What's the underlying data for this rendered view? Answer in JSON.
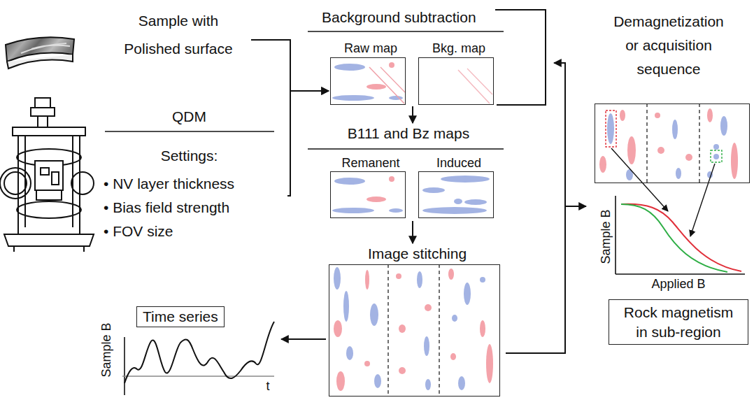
{
  "diagram": {
    "nodes": [
      {
        "text": [
          "Sample with Polished surface"
        ]
      },
      {
        "text": [
          "QDM",
          "Settings:",
          "• NV layer thickness",
          "• Bias field strength",
          "• FOV size"
        ]
      },
      {
        "text": [
          "Background subtraction"
        ]
      },
      {
        "text": [
          "Raw map"
        ],
        "in": 2
      },
      {
        "text": [
          "Bkg. map"
        ],
        "in": 2
      },
      {
        "text": [
          "B111 and Bz maps"
        ]
      },
      {
        "text": [
          "Remanent"
        ],
        "in": 5
      },
      {
        "text": [
          "Induced"
        ],
        "in": 5
      },
      {
        "text": [
          "Image stitching"
        ]
      },
      {
        "text": [
          "Time series"
        ]
      },
      {
        "text": [
          "Demagnetization or acquisition sequence"
        ]
      },
      {
        "text": [
          "Rock magnetism in sub-region"
        ]
      }
    ],
    "edges": [
      {
        "from": 0,
        "to": 3,
        "arrow": "to"
      },
      {
        "from": 1,
        "to": 3,
        "arrow": "to"
      },
      {
        "from": 2,
        "to": 5,
        "arrow": "to"
      },
      {
        "from": 5,
        "to": 8,
        "arrow": "to"
      },
      {
        "from": 8,
        "to": 9,
        "arrow": "to"
      },
      {
        "from": 8,
        "to": 10,
        "arrow": "to"
      },
      {
        "from": 8,
        "to": 2,
        "arrow": "to"
      }
    ],
    "labels": [
      "Sample B",
      "t",
      "Sample B",
      "Applied B"
    ]
  }
}
